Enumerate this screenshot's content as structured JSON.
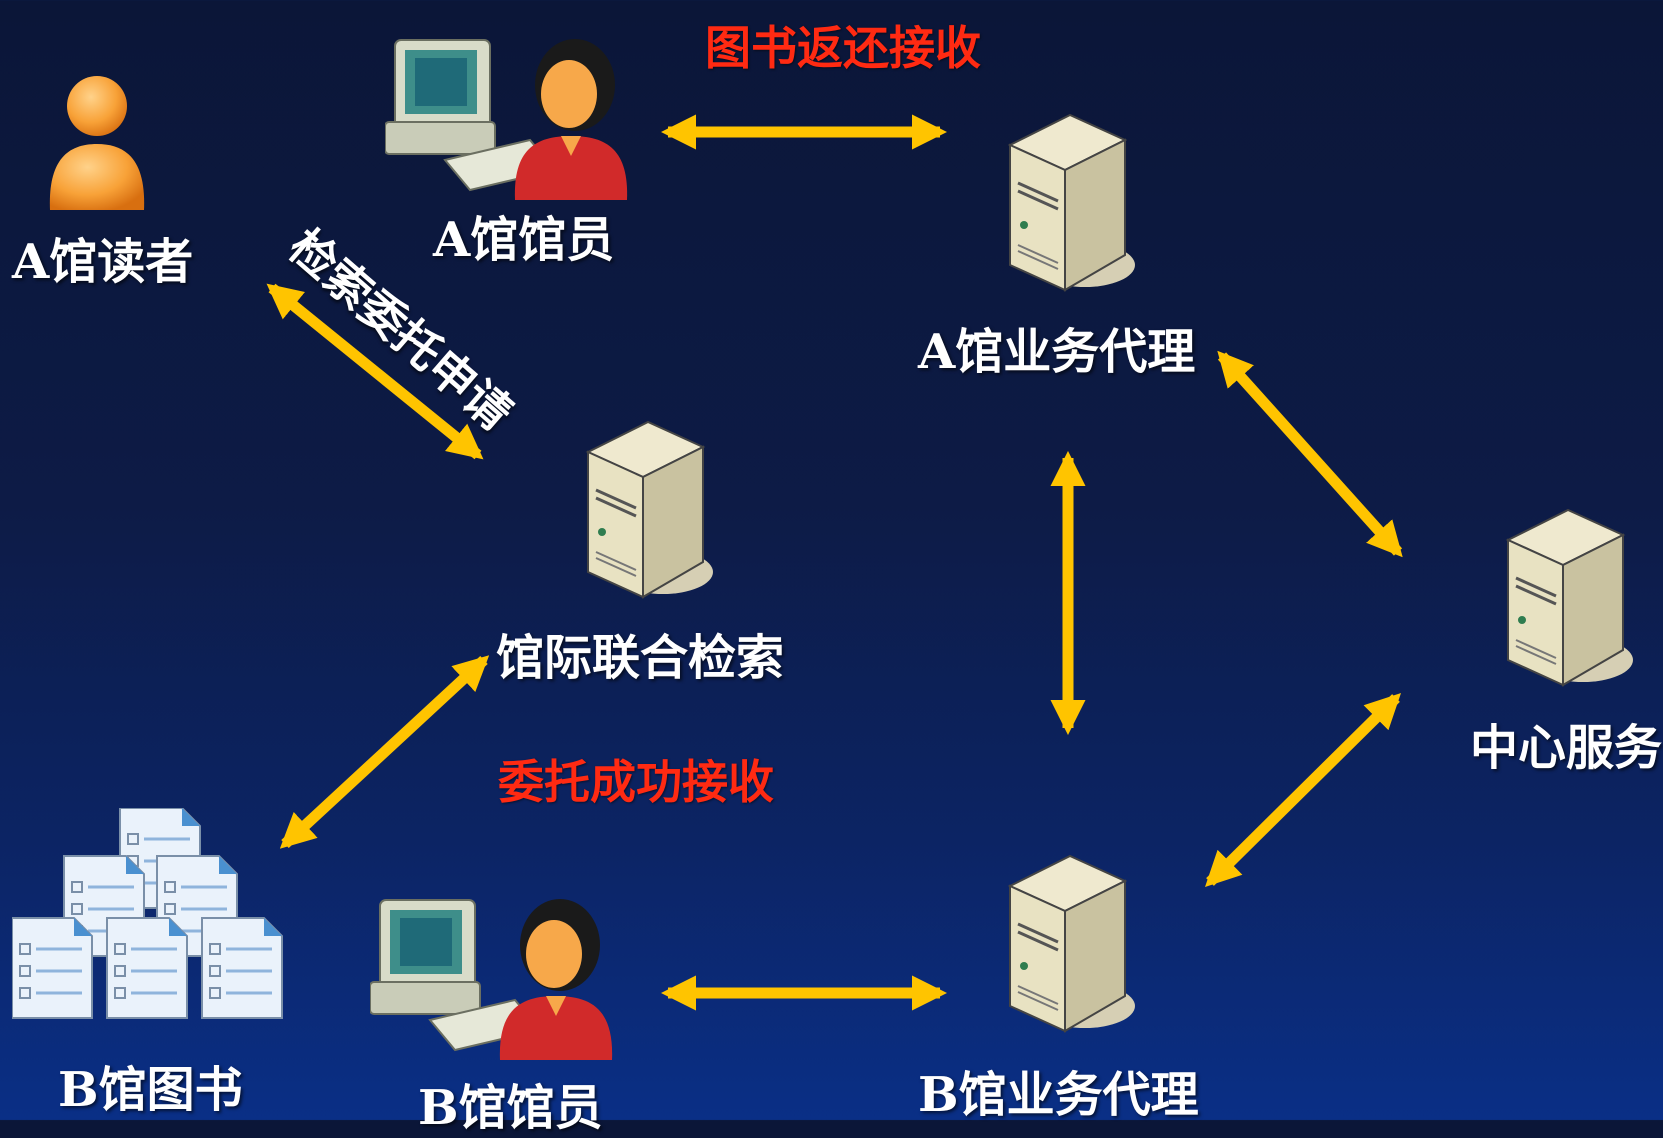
{
  "nodes": {
    "reader_a": "A馆读者",
    "librarian_a": "A馆馆员",
    "agent_a": "A馆业务代理",
    "union_search": "馆际联合检索",
    "center": "中心服务",
    "books_b": "B馆图书",
    "librarian_b": "B馆馆员",
    "agent_b": "B馆业务代理"
  },
  "edge_labels": {
    "search_request": "检索委托申请",
    "book_transfer": "图书返还接收",
    "commission": "委托成功接收"
  },
  "colors": {
    "arrow": "#ffc400",
    "highlight_text": "#ff2a12",
    "label_text": "#ffffff"
  }
}
